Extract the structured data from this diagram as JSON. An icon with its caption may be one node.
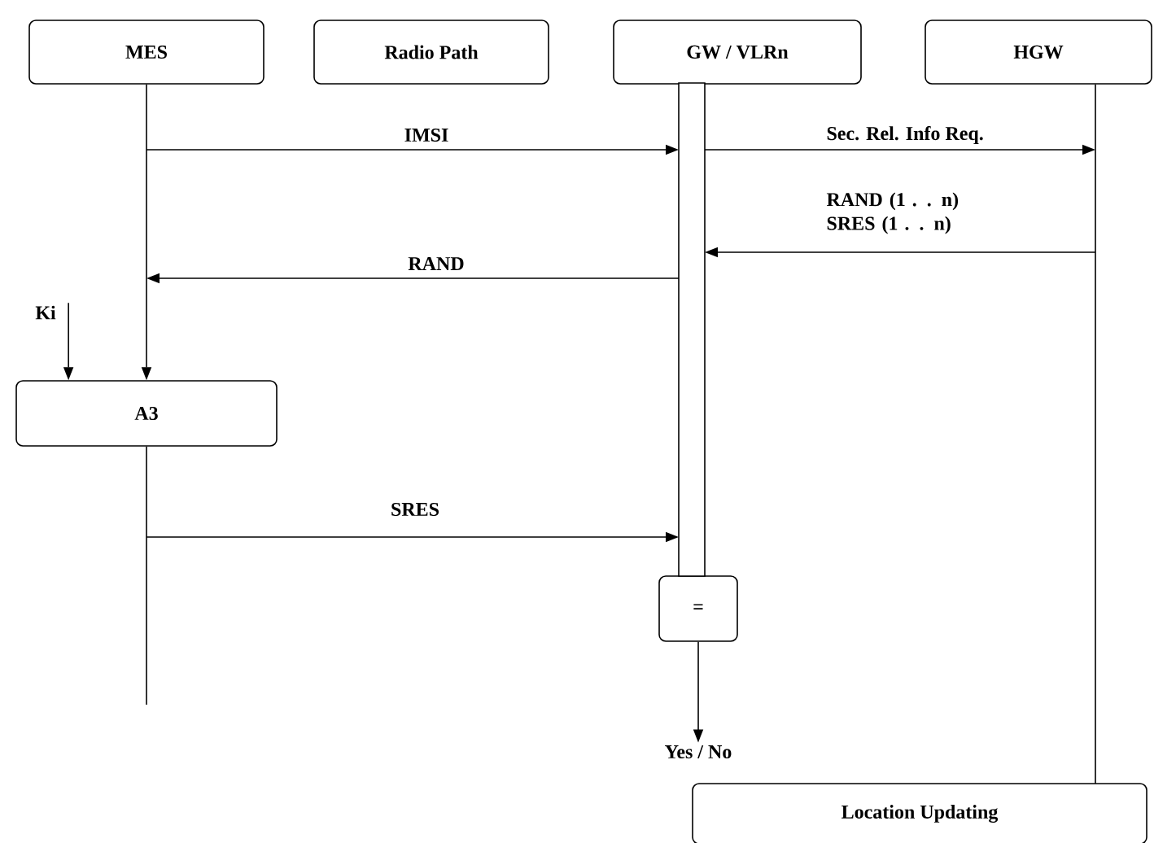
{
  "diagram": {
    "nodes": [
      {
        "text": [
          "MES"
        ]
      },
      {
        "text": [
          "Radio Path"
        ]
      },
      {
        "text": [
          "GW / VLRn"
        ]
      },
      {
        "text": [
          "HGW"
        ]
      },
      {
        "text": [
          "A3"
        ]
      },
      {
        "text": [
          "="
        ]
      },
      {
        "text": [
          "Location Updating"
        ]
      },
      {
        "text": [
          "Ki"
        ]
      },
      {
        "text": [
          "Yes / No"
        ]
      },
      {
        "text": [],
        "shape": "bar"
      }
    ],
    "edges": [
      {
        "from": 0,
        "to": 9,
        "arrow": "to",
        "label": "IMSI"
      },
      {
        "from": 9,
        "to": 3,
        "arrow": "to",
        "label": "Sec. Rel. Info Req."
      },
      {
        "from": 3,
        "to": 9,
        "arrow": "to",
        "label": "RAND (1 . . n) SRES (1 . . n)"
      },
      {
        "from": 9,
        "to": 0,
        "arrow": "to",
        "label": "RAND"
      },
      {
        "from": 7,
        "to": 4,
        "arrow": "to"
      },
      {
        "from": 0,
        "to": 4,
        "arrow": "to"
      },
      {
        "from": 4,
        "to": 9,
        "arrow": "to",
        "label": "SRES"
      },
      {
        "from": 5,
        "to": 8,
        "arrow": "to"
      }
    ]
  }
}
